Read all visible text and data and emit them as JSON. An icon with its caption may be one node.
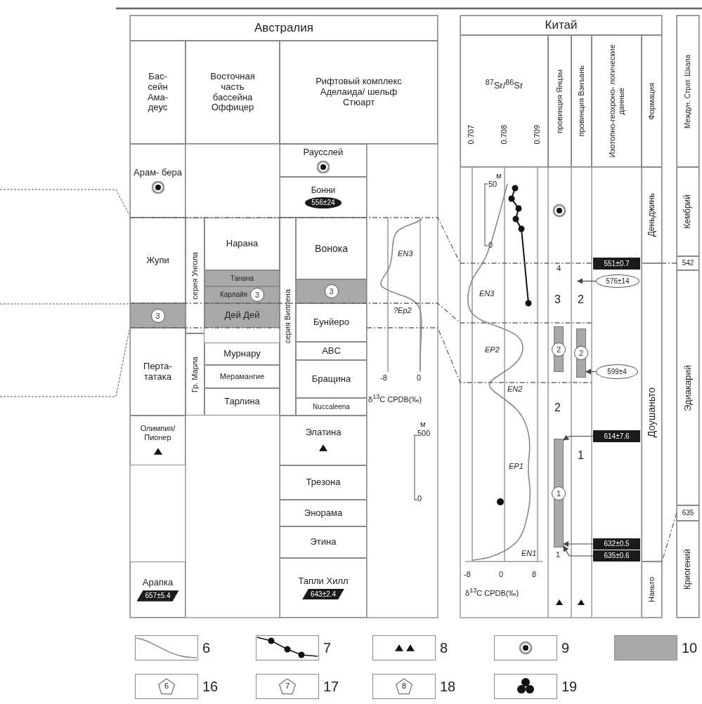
{
  "diagram": {
    "nodes": [
      {
        "text": [
          "Австралия"
        ]
      },
      {
        "text": [
          "Бас- сейн Ама- деус"
        ]
      },
      {
        "text": [
          "Восточная часть бассейна Оффицер"
        ]
      },
      {
        "text": [
          "Рифтовый комплекс Аделаида/ шельф Стюарт"
        ]
      },
      {
        "text": [
          "Арам- бера"
        ]
      },
      {
        "text": [
          "Раусслей"
        ]
      },
      {
        "text": [
          "Бонни",
          "556±24"
        ]
      },
      {
        "text": [
          "Жупи"
        ]
      },
      {
        "text": [
          "3"
        ]
      },
      {
        "text": [
          "серия Унгола"
        ]
      },
      {
        "text": [
          "Нарана"
        ]
      },
      {
        "text": [
          "Танана"
        ]
      },
      {
        "text": [
          "Карлайя",
          "3"
        ]
      },
      {
        "text": [
          "Дей Дей"
        ]
      },
      {
        "text": [
          "серия Вилпена"
        ]
      },
      {
        "text": [
          "Вонока"
        ]
      },
      {
        "text": [
          "3"
        ]
      },
      {
        "text": [
          "Бунйеро"
        ]
      },
      {
        "text": [
          "Перта- татака"
        ]
      },
      {
        "text": [
          "Гр. Марла"
        ]
      },
      {
        "text": [
          "Мурнару"
        ]
      },
      {
        "text": [
          "Мерамангие"
        ]
      },
      {
        "text": [
          "Тарлина"
        ]
      },
      {
        "text": [
          "ABC"
        ]
      },
      {
        "text": [
          "Бращина"
        ]
      },
      {
        "text": [
          "Nuccaleena"
        ]
      },
      {
        "text": [
          "Олимпия/ Пионер"
        ]
      },
      {
        "text": [
          "Элатина"
        ]
      },
      {
        "text": [
          "Трезона"
        ]
      },
      {
        "text": [
          "Энорама"
        ]
      },
      {
        "text": [
          "Этина"
        ]
      },
      {
        "text": [
          "Арапка",
          "657±5.4"
        ]
      },
      {
        "text": [
          "Тапли Хилл",
          "643±2.4"
        ]
      },
      {
        "text": [
          "Китай"
        ]
      },
      {
        "text": [
          "$^{87}$Sr/$^{86}$Sr"
        ]
      },
      {
        "text": [
          "провинция Янцзы"
        ]
      },
      {
        "text": [
          "провинция Вэнъань"
        ]
      },
      {
        "text": [
          "Изотопно-геохроно- логические данные"
        ]
      },
      {
        "text": [
          "Формация"
        ]
      },
      {
        "text": [
          "Междун. Страт. Шкала"
        ]
      },
      {
        "text": [
          "Кембрий"
        ]
      },
      {
        "text": [
          "542"
        ]
      },
      {
        "text": [
          "Эдиакарий"
        ]
      },
      {
        "text": [
          "635"
        ]
      },
      {
        "text": [
          "Криогений"
        ]
      },
      {
        "text": [
          "Деньджинь"
        ]
      },
      {
        "text": [
          "Доушаньто"
        ]
      },
      {
        "text": [
          "Наньто"
        ]
      },
      {
        "text": [
          "2"
        ]
      },
      {
        "text": [
          "2"
        ]
      },
      {
        "text": [
          "1"
        ]
      },
      {
        "text": [
          "551±0.7"
        ]
      },
      {
        "text": [
          "576±14"
        ]
      },
      {
        "text": [
          "599±4"
        ]
      },
      {
        "text": [
          "614±7.6"
        ]
      },
      {
        "text": [
          "632±0.5"
        ]
      },
      {
        "text": [
          "635±0.6"
        ]
      }
    ],
    "edges": [
      {
        "from": 54,
        "to": 50,
        "arrow": "to"
      },
      {
        "from": 55,
        "to": 50,
        "arrow": "to"
      },
      {
        "from": 56,
        "to": 50,
        "arrow": "to"
      },
      {
        "from": 53,
        "to": 49,
        "arrow": "to"
      },
      {
        "from": 52,
        "to": null,
        "arrow": "to"
      }
    ],
    "labels": [
      "EN3",
      "?Ep2",
      "-8",
      "0",
      "δ$^{13}$C CPDB(‰)",
      "м",
      "500",
      "0",
      "0.707",
      "0.708",
      "0.709",
      "м",
      "50",
      "0",
      "4",
      "3",
      "2",
      "EN3",
      "EP2",
      "EN2",
      "2",
      "1",
      "EP1",
      "EN1",
      "1",
      "-8",
      "0",
      "8",
      "δ$^{13}$C CPDB(‰)",
      "6",
      "7",
      "8"
    ],
    "legend": [
      {
        "text": "6"
      },
      {
        "text": "7"
      },
      {
        "text": "8"
      },
      {
        "text": "9"
      },
      {
        "text": "10",
        "color": "#a9a9a9"
      },
      {
        "text": "16"
      },
      {
        "text": "17"
      },
      {
        "text": "18"
      },
      {
        "text": "19"
      }
    ]
  }
}
